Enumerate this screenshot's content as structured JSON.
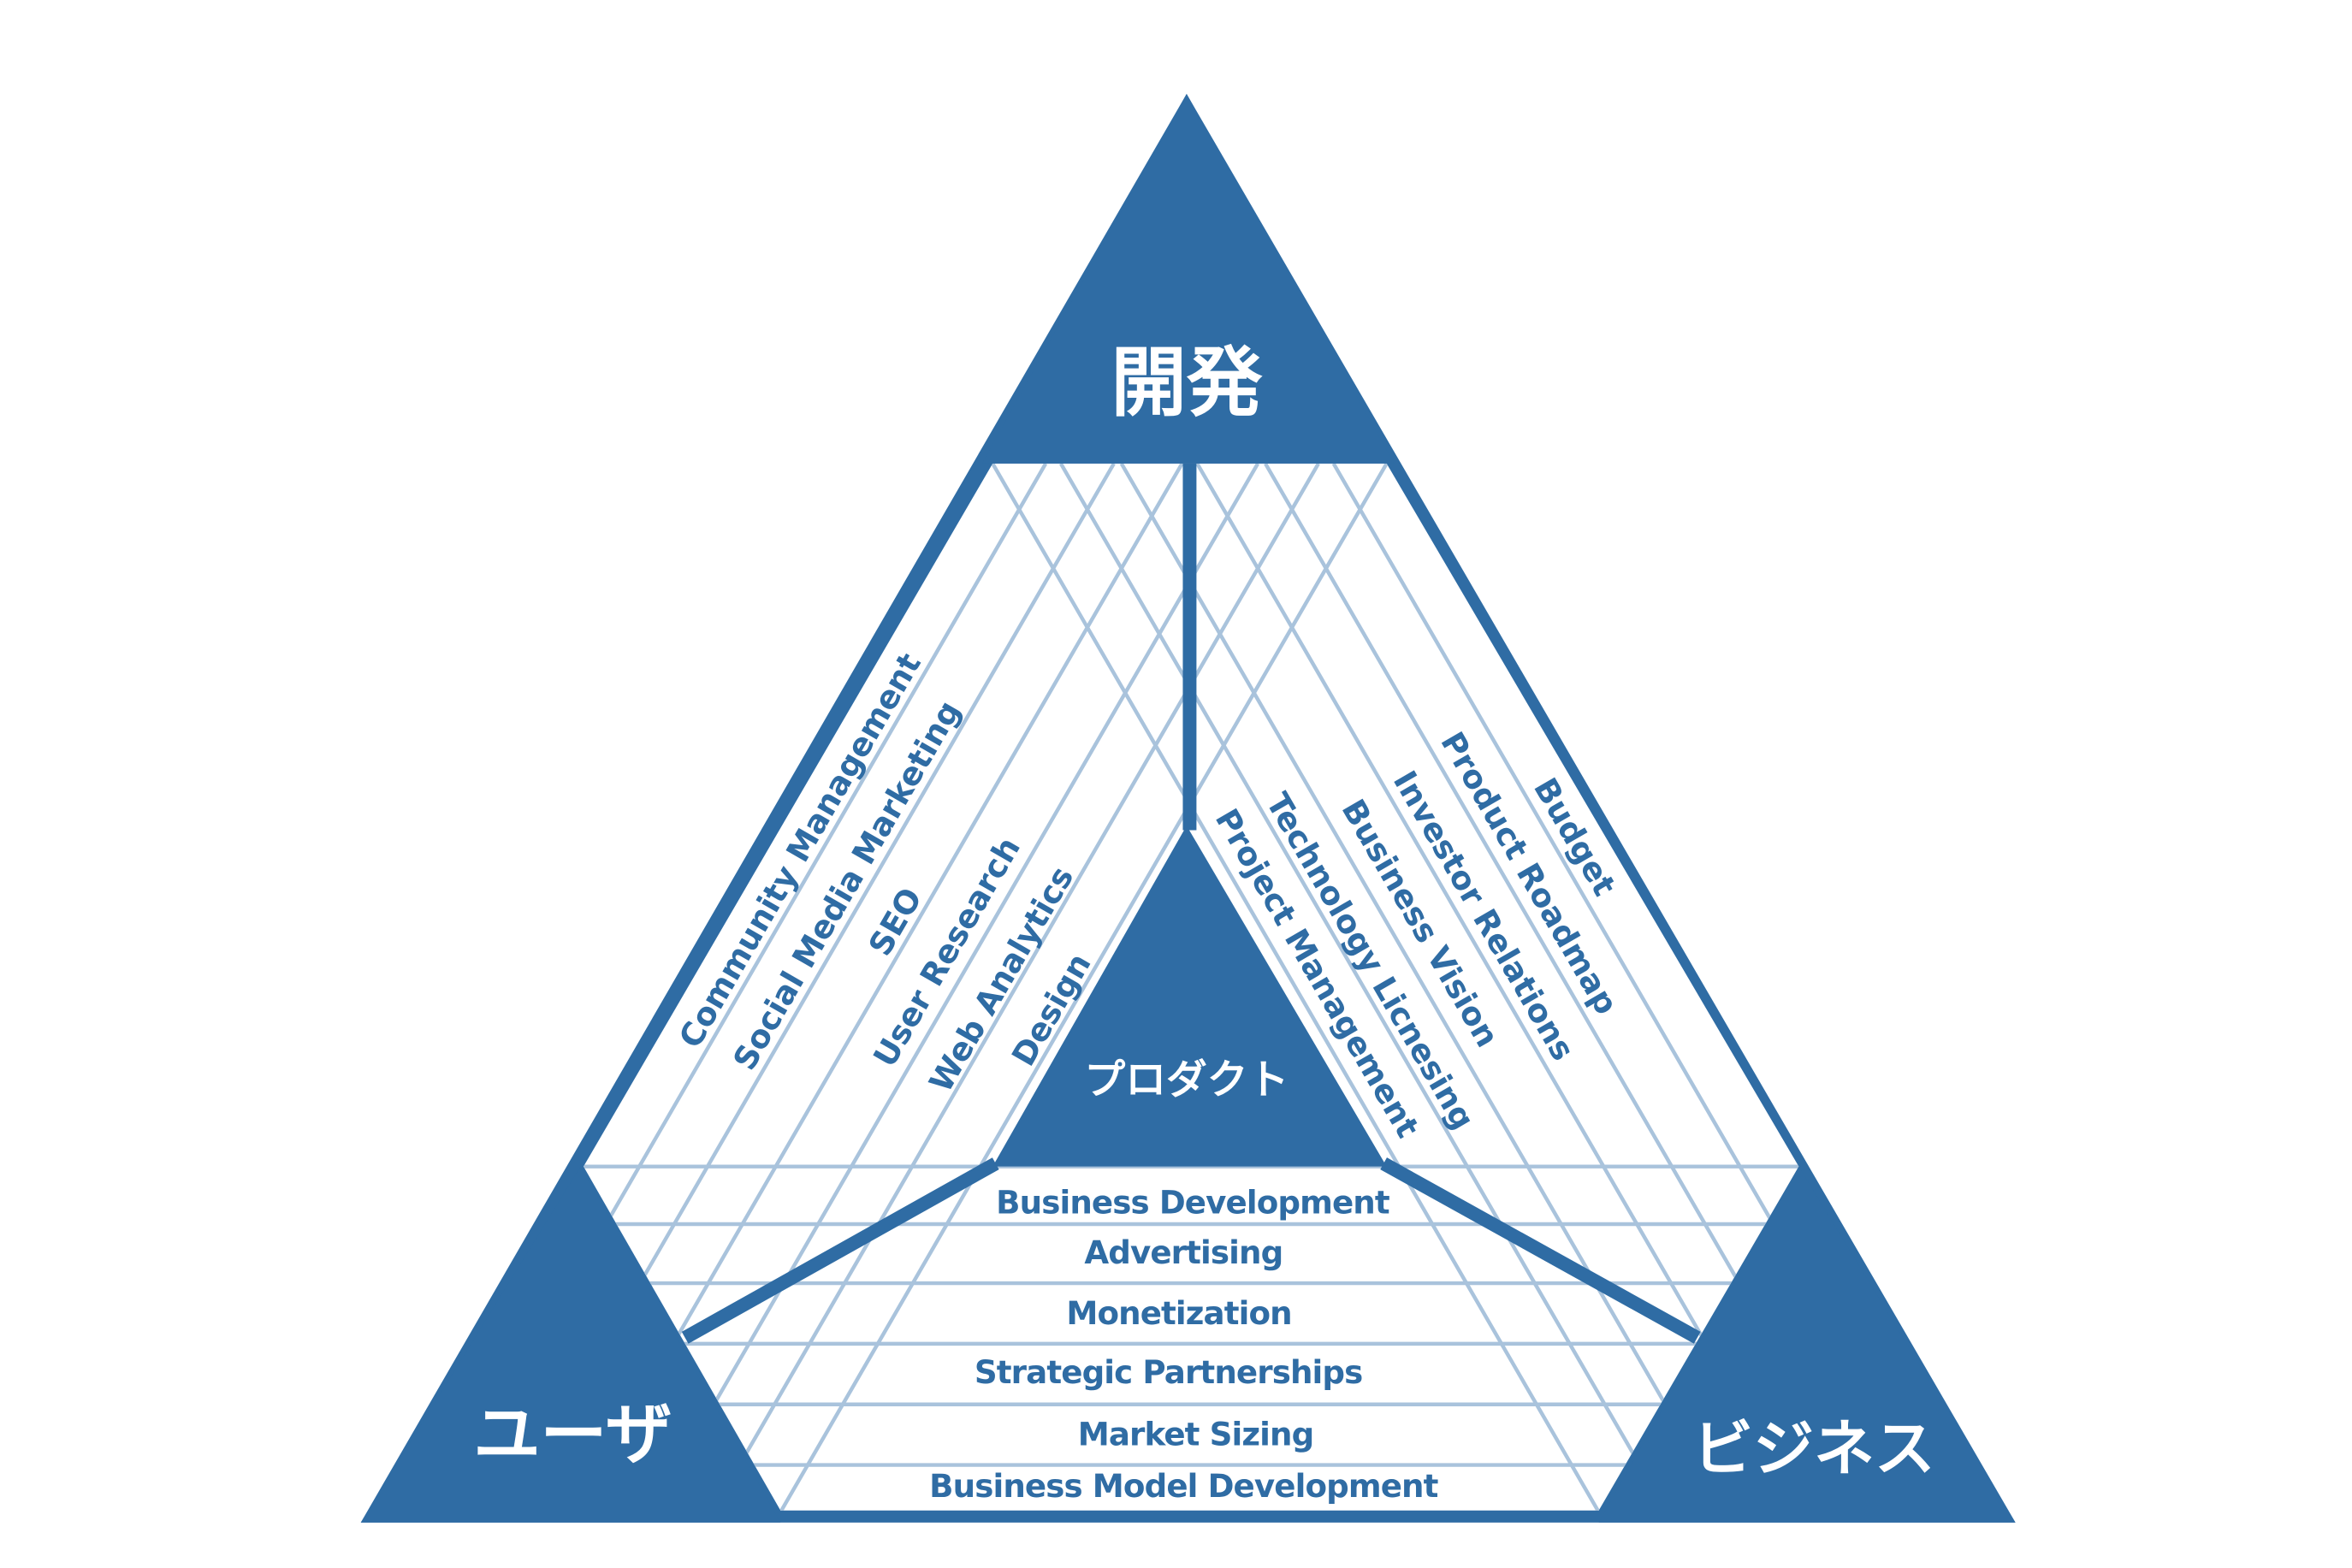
{
  "colors": {
    "primary": "#2f6ca4",
    "grid": "#a9c3dc",
    "background": "#ffffff"
  },
  "corners": {
    "top": "開発",
    "left": "ユーザ",
    "right": "ビジネス",
    "center": "プロダクト"
  },
  "left_labels": [
    "Community Management",
    "Social Media Marketing",
    "SEO",
    "User Research",
    "Web Analytics",
    "Design"
  ],
  "right_labels": [
    "Budget",
    "Product Roadmap",
    "Investor Relations",
    "Business Vision",
    "Technology Licnesing",
    "Project Management"
  ],
  "bottom_labels": [
    "Business Development",
    "Advertising",
    "Monetization",
    "Strategic Partnerships",
    "Market Sizing",
    "Business Model Development"
  ]
}
